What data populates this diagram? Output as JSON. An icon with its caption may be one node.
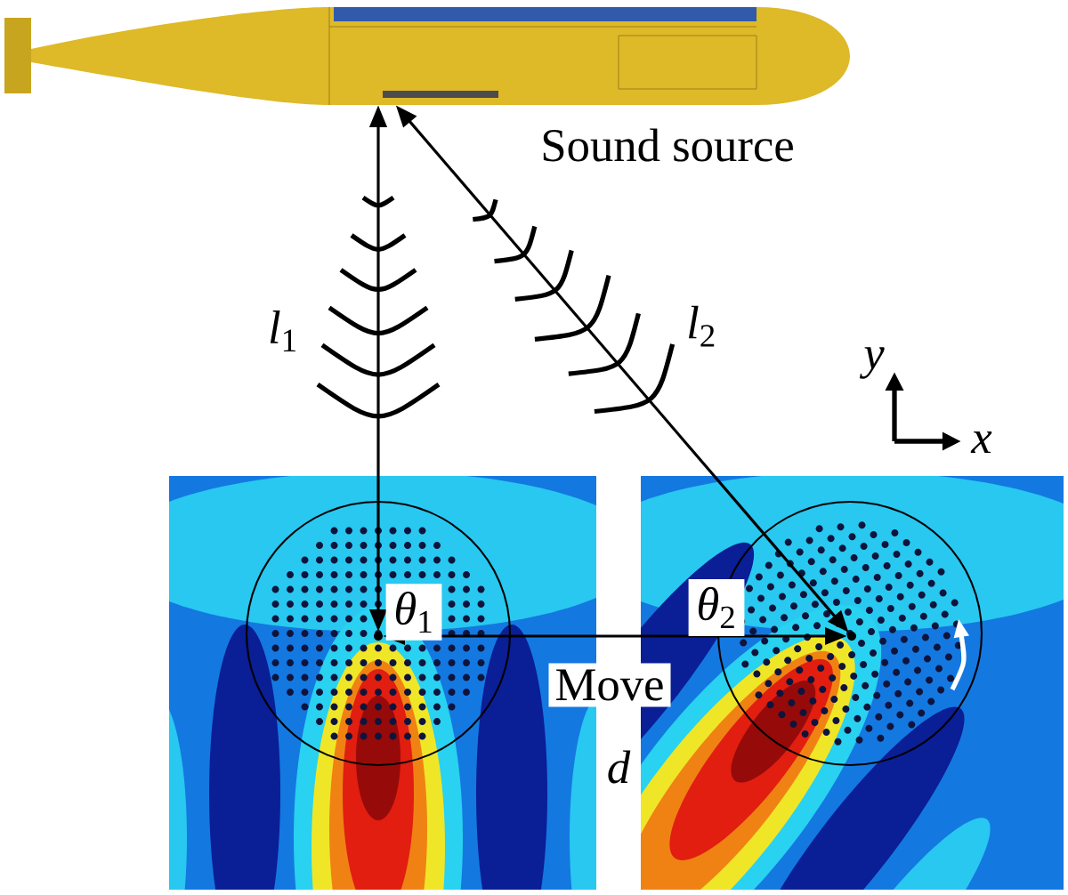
{
  "diagram": {
    "nodes": [
      {
        "text": [],
        "shape": "picture",
        "beside": [
          "Sound source"
        ]
      },
      {
        "text": [],
        "shape": "circle"
      },
      {
        "text": [],
        "shape": "circle"
      }
    ],
    "edges": [
      {
        "from": 0,
        "to": 1,
        "arrow": "both",
        "label": "*l*$_{1}$"
      },
      {
        "from": 0,
        "to": 2,
        "arrow": "both",
        "label": "*l*$_{2}$"
      },
      {
        "from": 1,
        "to": 2,
        "arrow": "both",
        "label": "Move"
      }
    ],
    "labels": [
      "*θ*$_{1}$",
      "*θ*$_{2}$",
      "d",
      "y",
      "x"
    ]
  }
}
